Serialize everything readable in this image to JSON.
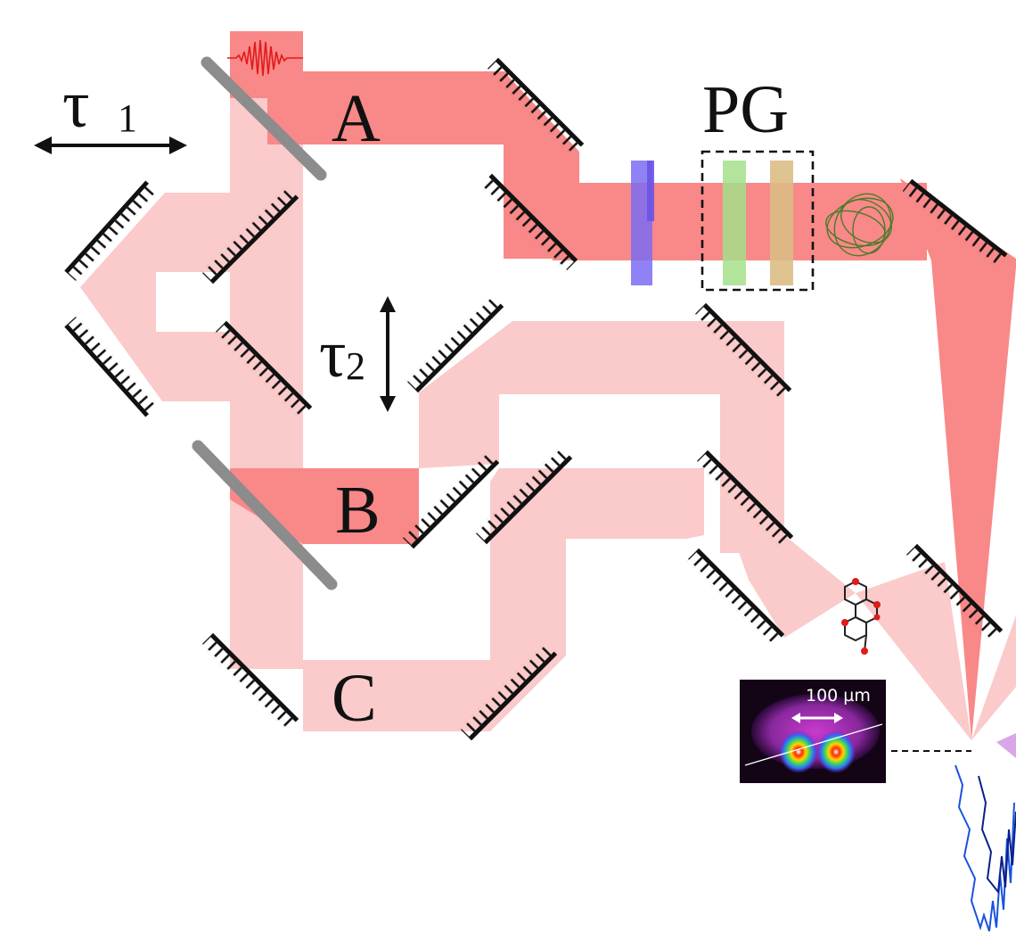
{
  "labels": {
    "arm_a": "A",
    "arm_b": "B",
    "arm_c": "C",
    "pulse_gate": "PG",
    "delay_1_symbol": "τ",
    "delay_1_sub": "1",
    "delay_2_symbol": "τ",
    "delay_2_sub": "2"
  },
  "inset": {
    "scale_bar_label": "100 µm"
  },
  "colors": {
    "beam_strong": "#f98888",
    "beam_weak": "#fbcaca",
    "beam_splitter": "#8c8c8c",
    "blue_element": "#7b6cf2",
    "green_plate": "#a4e08a",
    "tan_plate": "#dcbd85",
    "spectrum_blue": "#1a53e0"
  }
}
